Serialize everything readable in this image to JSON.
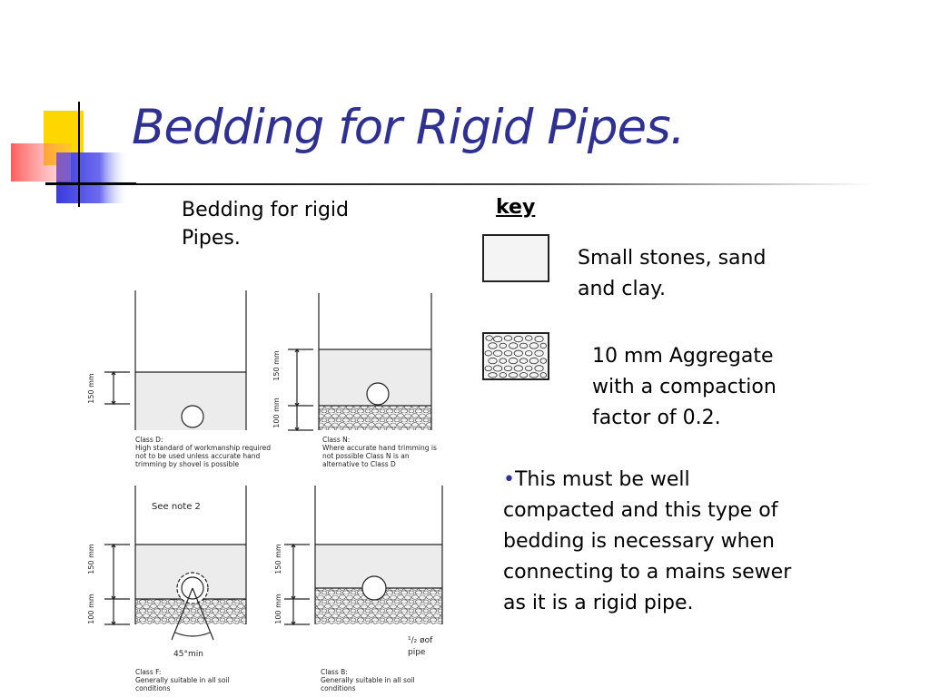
{
  "slide": {
    "title": "Bedding for Rigid Pipes."
  },
  "caption": {
    "text": "Bedding for rigid Pipes."
  },
  "key": {
    "label": "key",
    "items": [
      {
        "swatch": "plain-fill",
        "text": "Small stones, sand\n and clay."
      },
      {
        "swatch": "aggregate-fill",
        "text": "10 mm Aggregate\nwith a compaction\nfactor of 0.2."
      }
    ]
  },
  "note": {
    "bullet": "•",
    "text": "This must be well compacted and this type of bedding is necessary when connecting to a mains sewer as it is a rigid pipe."
  },
  "diagram": {
    "panels": {
      "class_d": {
        "dims": [
          "150 mm"
        ],
        "label": "Class D:",
        "desc": [
          "High standard of workmanship required",
          "not to be used unless accurate hand",
          "trimming by shovel is possible"
        ]
      },
      "class_n": {
        "dims": [
          "150 mm",
          "100 mm"
        ],
        "label": "Class N:",
        "desc": [
          "Where accurate hand trimming is",
          "not possible Class N is an",
          "alternative to Class D"
        ]
      },
      "class_f": {
        "note": "See note 2",
        "dims": [
          "150 mm",
          "100 mm"
        ],
        "angle": "45°min",
        "label": "Class F:",
        "desc": [
          "Generally suitable in all soil",
          "conditions"
        ]
      },
      "class_b": {
        "dims": [
          "150 mm",
          "100 mm"
        ],
        "pipe_note": [
          "¹/₂  øof",
          "pipe"
        ],
        "label": "Class B:",
        "desc": [
          "Generally suitable in all soil",
          "conditions"
        ]
      }
    }
  },
  "colors": {
    "title": "#2e3192",
    "accent_yellow": "#ffd700",
    "accent_blue": "#3b3bdc",
    "accent_red": "#ff4040"
  }
}
